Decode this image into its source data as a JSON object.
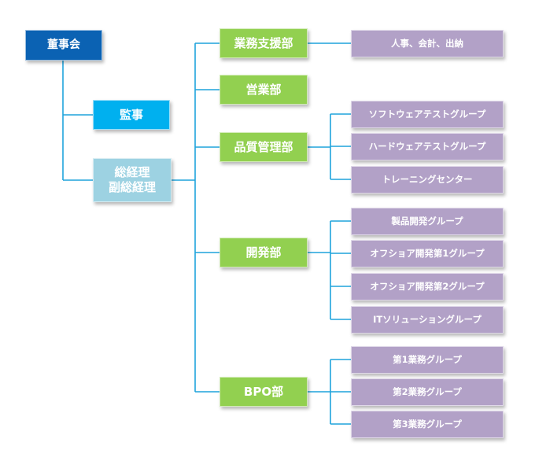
{
  "board": "董事会",
  "auditor": "監事",
  "gm": {
    "line1": "総経理",
    "line2": "副総経理"
  },
  "departments": [
    {
      "name": "業務支援部",
      "groups": [
        "人事、会計、出納"
      ]
    },
    {
      "name": "営業部",
      "groups": []
    },
    {
      "name": "品質管理部",
      "groups": [
        "ソフトウェアテストグループ",
        "ハードウェアテストグループ",
        "トレーニングセンター"
      ]
    },
    {
      "name": "開発部",
      "groups": [
        "製品開発グループ",
        "オフショア開発第1グループ",
        "オフショア開発第2グループ",
        "ITソリューショングループ"
      ]
    },
    {
      "name": "BPO部",
      "groups": [
        "第1業務グループ",
        "第2業務グループ",
        "第3業務グループ"
      ]
    }
  ],
  "colors": {
    "connector": "#1fa3dc",
    "board": "#0b62b3",
    "auditor": "#00b0ef",
    "gm": "#9dd2e2",
    "department": "#92d050",
    "group": "#b2a1c7"
  }
}
